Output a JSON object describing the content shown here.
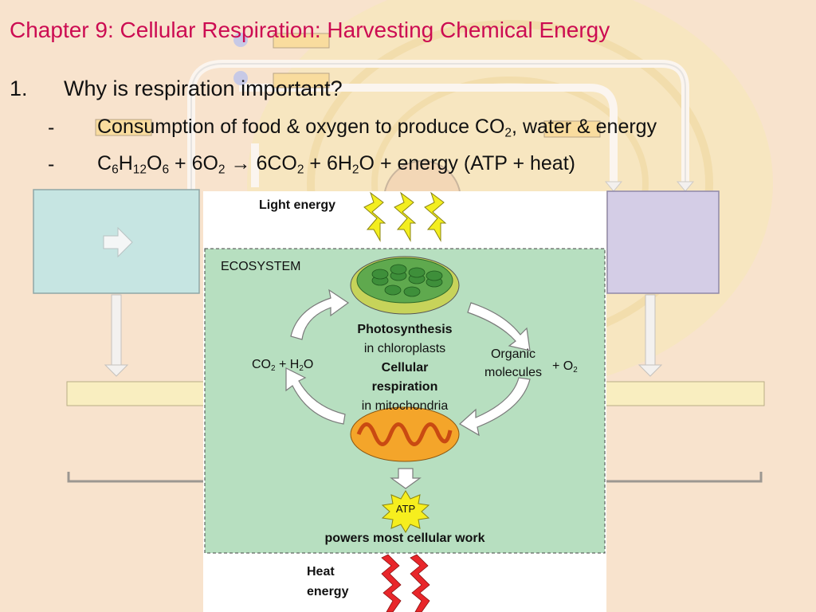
{
  "slide": {
    "title": "Chapter 9: Cellular Respiration: Harvesting Chemical Energy",
    "question_number": "1.",
    "question": "Why is respiration important?",
    "bullets": [
      {
        "dash": "-",
        "parts": [
          "Consumption of food & oxygen to produce CO",
          "2",
          ", water & energy"
        ]
      },
      {
        "dash": "-",
        "parts": [
          "C",
          "6",
          "H",
          "12",
          "O",
          "6",
          " + 6O",
          "2",
          " → 6CO",
          "2",
          " + 6H",
          "2",
          "O + energy (ATP + heat)"
        ]
      }
    ]
  },
  "diagram": {
    "light_energy": "Light energy",
    "ecosystem": "ECOSYSTEM",
    "photosynthesis": "Photosynthesis",
    "in_chloroplasts": "in chloroplasts",
    "cellular": "Cellular",
    "respiration": "respiration",
    "in_mitochondria": "in mitochondria",
    "co2": "CO",
    "co2_sub": "2",
    "plus_h": " + H",
    "h2o_sub": "2",
    "o_end": "O",
    "organic": "Organic",
    "molecules": "molecules",
    "plus_o2": "+ O",
    "o2_sub": "2",
    "atp": "ATP",
    "powers": "powers most cellular work",
    "heat": "Heat",
    "energy": "energy"
  },
  "colors": {
    "title": "#cc0c52",
    "background": "#f8e3cd",
    "ecosystem_fill": "#b7dfc0",
    "light_bolt": "#f3ee20",
    "heat_bolt": "#e8262a",
    "atp_burst": "#f6ee1e"
  }
}
